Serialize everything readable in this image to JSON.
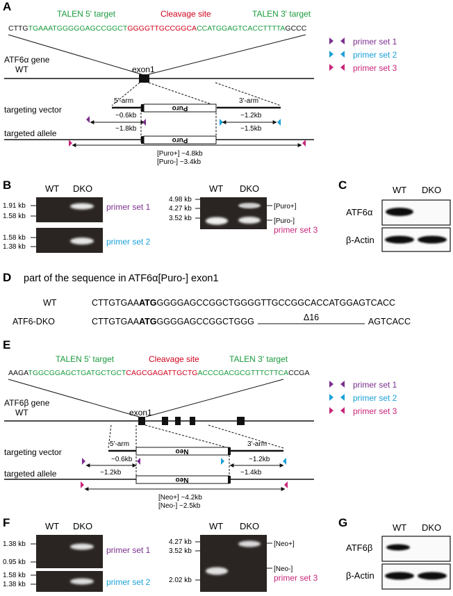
{
  "colors": {
    "green": "#1a9b3c",
    "red": "#d0021b",
    "purple": "#7b2f8e",
    "cyan": "#1aa0d8",
    "magenta": "#c8267a",
    "gel": "#2a2522"
  },
  "panelA": {
    "letter": "A",
    "talen5": "TALEN 5' target",
    "cleavage": "Cleavage site",
    "talen3": "TALEN 3' target",
    "seq_black1": "CTTG",
    "seq_green1": "TGAAATGGGGGAGCCGGCT",
    "seq_red": "GGGGTTGCCGGCA",
    "seq_green2": "CCATGGAGTCACCTTTTA",
    "seq_black2": "GCCC",
    "gene": "ATF6α gene",
    "wt": "WT",
    "exon": "exon1",
    "vector": "targeting vector",
    "allele": "targeted allele",
    "arm5": "5'-arm",
    "arm3": "3'-arm",
    "cassette": "Puro",
    "d1": "~0.6kb",
    "d2": "~1.2kb",
    "d3": "~1.8kb",
    "d4": "~1.5kb",
    "l1": "[Puro+]  ~4.8kb",
    "l2": "[Puro-]  ~3.4kb"
  },
  "primers": {
    "p1": "primer set 1",
    "p2": "primer set 2",
    "p3": "primer set 3"
  },
  "panelB": {
    "letter": "B",
    "wt": "WT",
    "dko": "DKO",
    "m1a": "1.91 kb",
    "m1b": "1.58 kb",
    "m2a": "1.58 kb",
    "m2b": "1.38 kb",
    "m3a": "4.98 kb",
    "m3b": "4.27 kb",
    "m3c": "3.52 kb",
    "b1": "[Puro+]",
    "b2": "[Puro-]"
  },
  "panelC": {
    "letter": "C",
    "wt": "WT",
    "dko": "DKO",
    "row1": "ATF6α",
    "row2": "β-Actin"
  },
  "panelD": {
    "letter": "D",
    "title": "part of the sequence in ATF6α[Puro-] exon1",
    "wt_label": "WT",
    "wt_pre": "CTTGTGAA",
    "wt_atg": "ATG",
    "wt_post": "GGGGAGCCGGCTGGGGTTGCCGGCACCATGGAGTCACC",
    "dko_label": "ATF6-DKO",
    "dko_pre": "CTTGTGAA",
    "dko_atg": "ATG",
    "dko_post": "GGGGAGCCGGCTGGG",
    "delta": "Δ16",
    "dko_tail": "AGTCACC"
  },
  "panelE": {
    "letter": "E",
    "talen5": "TALEN 5' target",
    "cleavage": "Cleavage site",
    "talen3": "TALEN 3' target",
    "seq_black1": "AAGA",
    "seq_green1": "TGGCGGAGCTGATGCTGCT",
    "seq_red": "CAGCGAGATTGCTG",
    "seq_green2": "ACCCGACGCGTTTCTTCA",
    "seq_black2": "CCGA",
    "gene": "ATF6β gene",
    "wt": "WT",
    "exon": "exon1",
    "vector": "targeting vector",
    "allele": "targeted allele",
    "arm5": "5'-arm",
    "arm3": "3'-arm",
    "cassette": "Neo",
    "d1": "~0.6kb",
    "d2": "~1.2kb",
    "d3": "~1.2kb",
    "d4": "~1.4kb",
    "l1": "[Neo+]  ~4.2kb",
    "l2": "[Neo-]  ~2.5kb"
  },
  "panelF": {
    "letter": "F",
    "wt": "WT",
    "dko": "DKO",
    "m1a": "1.38 kb",
    "m1b": "0.95 kb",
    "m2a": "1.58 kb",
    "m2b": "1.38 kb",
    "m3a": "4.27 kb",
    "m3b": "3.52 kb",
    "m3c": "2.02 kb",
    "b1": "[Neo+]",
    "b2": "[Neo-]"
  },
  "panelG": {
    "letter": "G",
    "wt": "WT",
    "dko": "DKO",
    "row1": "ATF6β",
    "row2": "β-Actin"
  }
}
